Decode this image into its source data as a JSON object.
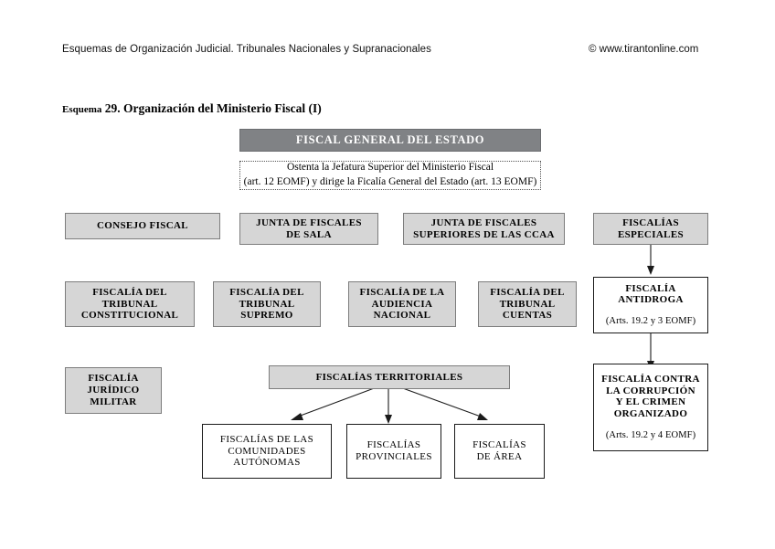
{
  "header": {
    "left": "Esquemas de Organización Judicial. Tribunales Nacionales y Supranacionales",
    "right": "© www.tirantonline.com"
  },
  "scheme": {
    "label_smallcaps": "Esquema",
    "title_rest": " 29. Organización del Ministerio Fiscal (I)"
  },
  "colors": {
    "head_fill": "#808285",
    "head_text": "#ffffff",
    "grey_fill": "#d6d6d6",
    "grey_border": "#7d7d7d",
    "white_fill": "#ffffff",
    "line": "#1a1a1a"
  },
  "nodes": {
    "head": {
      "line1": "FISCAL GENERAL DEL ESTADO"
    },
    "note": {
      "line1": "Ostenta la Jefatura Superior del Ministerio Fiscal",
      "line2": "(art. 12 EOMF) y dirige la Ficalía General del Estado (art. 13 EOMF)"
    },
    "consejo_fiscal": {
      "line1": "CONSEJO FISCAL"
    },
    "junta_sala": {
      "line1": "JUNTA DE FISCALES",
      "line2": "DE SALA"
    },
    "junta_ccaa": {
      "line1": "JUNTA DE FISCALES",
      "line2": "SUPERIORES DE LAS CCAA"
    },
    "fiscalias_especiales": {
      "line1": "FISCALÍAS",
      "line2": "ESPECIALES"
    },
    "tribunal_constitucional": {
      "line1": "FISCALÍA DEL",
      "line2": "TRIBUNAL",
      "line3": "CONSTITUCIONAL"
    },
    "tribunal_supremo": {
      "line1": "FISCALÍA DEL",
      "line2": "TRIBUNAL",
      "line3": "SUPREMO"
    },
    "audiencia_nacional": {
      "line1": "FISCALÍA DE LA",
      "line2": "AUDIENCIA",
      "line3": "NACIONAL"
    },
    "tribunal_cuentas": {
      "line1": "FISCALÍA DEL",
      "line2": "TRIBUNAL",
      "line3": "CUENTAS"
    },
    "antidroga": {
      "line1": "FISCALÍA",
      "line2": "ANTIDROGA",
      "art": "(Arts. 19.2 y 3 EOMF)"
    },
    "juridico_militar": {
      "line1": "FISCALÍA",
      "line2": "JURÍDICO",
      "line3": "MILITAR"
    },
    "fiscalias_territoriales": {
      "line1": "FISCALÍAS TERRITORIALES"
    },
    "corrupcion": {
      "line1": "FISCALÍA CONTRA",
      "line2": "LA CORRUPCIÓN",
      "line3": "Y EL CRIMEN",
      "line4": "ORGANIZADO",
      "art": "(Arts. 19.2 y 4 EOMF)"
    },
    "comunidades_autonomas": {
      "line1": "FISCALÍAS DE LAS",
      "line2": "COMUNIDADES",
      "line3": "AUTÓNOMAS"
    },
    "provinciales": {
      "line1": "FISCALÍAS",
      "line2": "PROVINCIALES"
    },
    "de_area": {
      "line1": "FISCALÍAS",
      "line2": "DE ÁREA"
    }
  }
}
